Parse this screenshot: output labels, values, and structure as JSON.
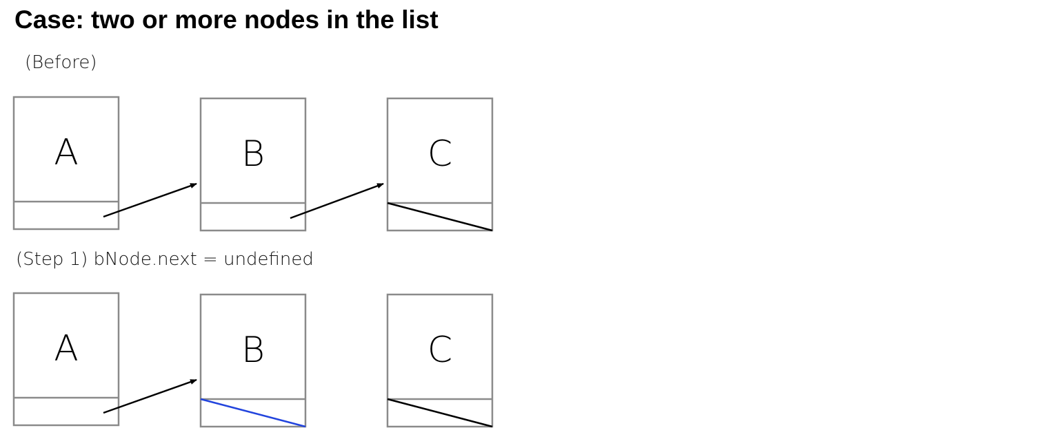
{
  "title": "Case: two or more nodes in the list",
  "sections": [
    {
      "label": "(Before)",
      "nodes": [
        {
          "letter": "A",
          "next": "B"
        },
        {
          "letter": "B",
          "next": "C"
        },
        {
          "letter": "C",
          "next": null
        }
      ]
    },
    {
      "label": "(Step 1) bNode.next = undefined",
      "nodes": [
        {
          "letter": "A",
          "next": "B"
        },
        {
          "letter": "B",
          "next": null,
          "highlight": true
        },
        {
          "letter": "C",
          "next": null
        }
      ]
    }
  ],
  "colors": {
    "box_stroke": "#8a8a8a",
    "arrow": "#000000",
    "null_line": "#000000",
    "highlight_null_line": "#2244dd"
  }
}
